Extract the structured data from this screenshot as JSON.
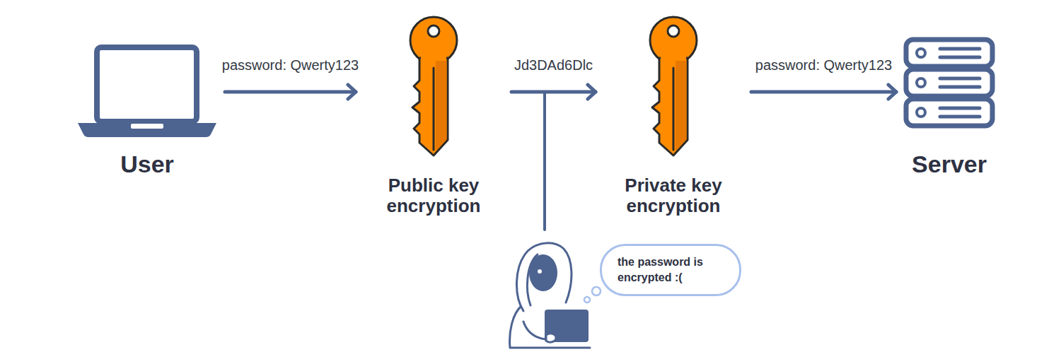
{
  "diagram": {
    "nodes": [
      {
        "text": [
          "User"
        ]
      },
      {
        "text": [
          "Public key encryption"
        ]
      },
      {
        "text": [
          "Private key encryption"
        ]
      },
      {
        "text": [
          "Server"
        ]
      },
      {
        "text": [
          "the password is encrypted :("
        ]
      }
    ],
    "edges": [
      {
        "from": 0,
        "to": 1,
        "arrow": "to",
        "label": "password: Qwerty123"
      },
      {
        "from": 1,
        "to": 2,
        "arrow": "to",
        "label": "Jd3DAd6Dlc"
      },
      {
        "from": 2,
        "to": 3,
        "arrow": "to",
        "label": "password: Qwerty123"
      }
    ]
  }
}
